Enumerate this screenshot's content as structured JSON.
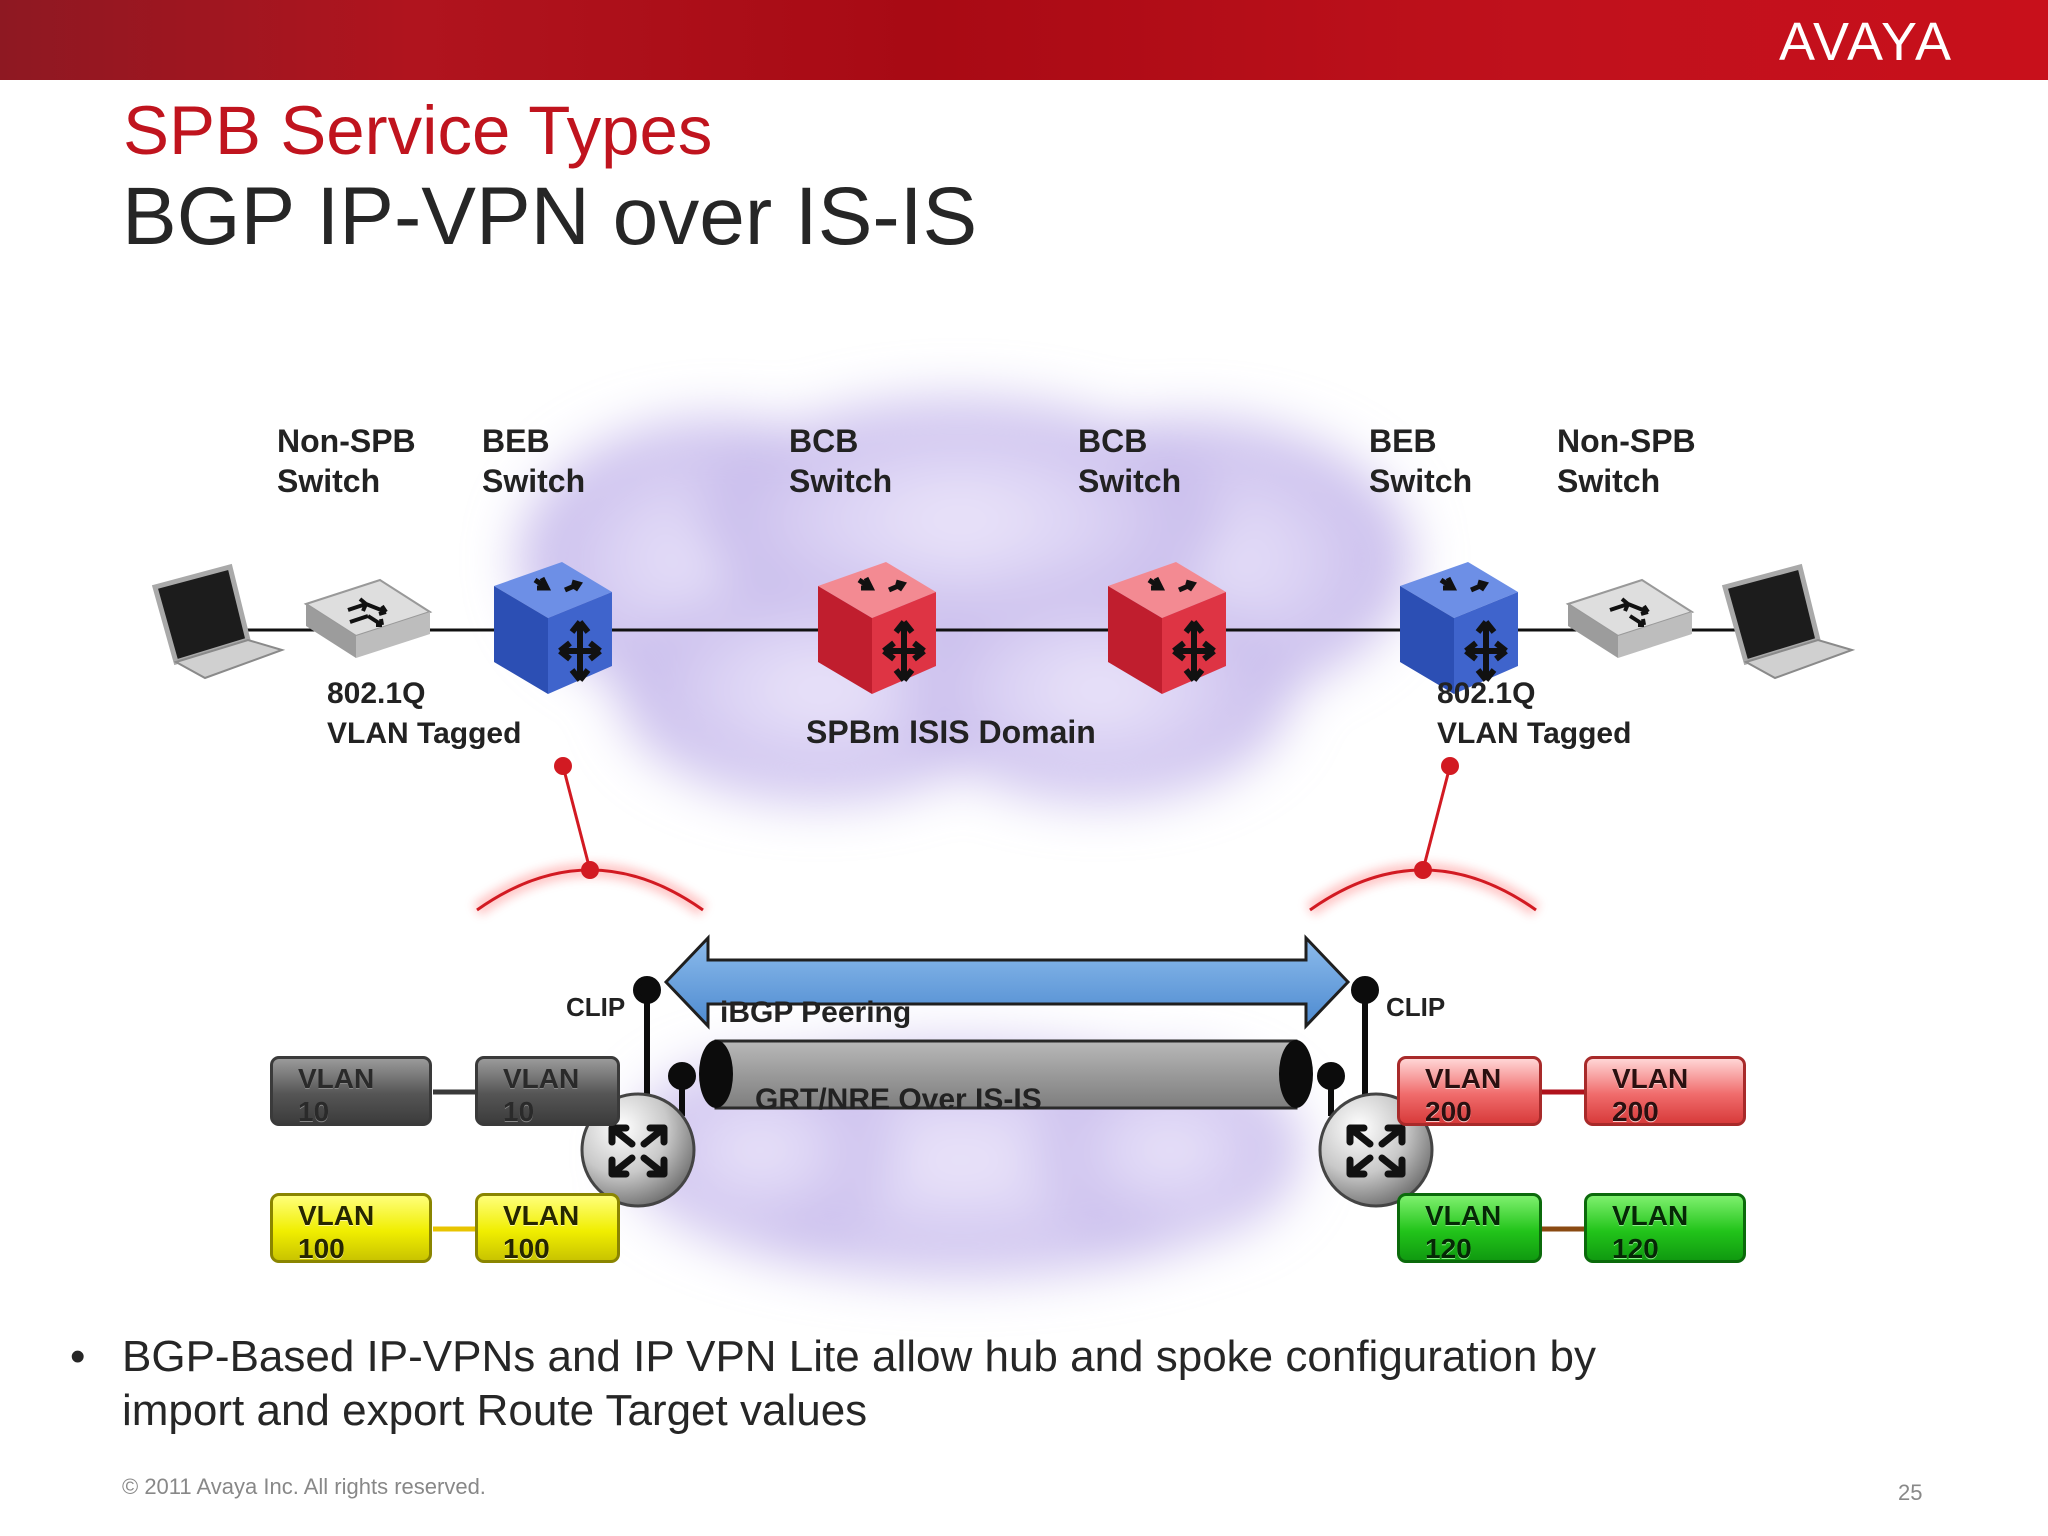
{
  "header": {
    "logo_text": "AVAYA"
  },
  "titles": {
    "line1": "SPB Service Types",
    "line2": "BGP IP-VPN over IS-IS"
  },
  "diagram": {
    "top_labels": [
      {
        "line1": "Non-SPB",
        "line2": "Switch"
      },
      {
        "line1": "BEB",
        "line2": "Switch"
      },
      {
        "line1": "BCB",
        "line2": "Switch"
      },
      {
        "line1": "BCB",
        "line2": "Switch"
      },
      {
        "line1": "BEB",
        "line2": "Switch"
      },
      {
        "line1": "Non-SPB",
        "line2": "Switch"
      }
    ],
    "tagged_left": {
      "line1": "802.1Q",
      "line2": "VLAN Tagged"
    },
    "tagged_right": {
      "line1": "802.1Q",
      "line2": "VLAN Tagged"
    },
    "domain_label": "SPBm ISIS Domain",
    "clip_left": "CLIP",
    "clip_right": "CLIP",
    "peering_label": "iBGP Peering",
    "tunnel_label": "GRT/NRE Over IS-IS",
    "vlans": [
      {
        "line1": "VLAN",
        "line2": "10"
      },
      {
        "line1": "VLAN",
        "line2": "10"
      },
      {
        "line1": "VLAN",
        "line2": "100"
      },
      {
        "line1": "VLAN",
        "line2": "100"
      },
      {
        "line1": "VLAN",
        "line2": "200"
      },
      {
        "line1": "VLAN",
        "line2": "200"
      },
      {
        "line1": "VLAN",
        "line2": "120"
      },
      {
        "line1": "VLAN",
        "line2": "120"
      }
    ],
    "colors": {
      "cloud": "#cfc4ee",
      "beb": "#3a5fc8",
      "bcb": "#e0303e",
      "arrow": "#5b9ad8",
      "accent": "#c0141e"
    }
  },
  "bullets": [
    "BGP-Based IP-VPNs and IP VPN Lite allow hub and spoke configuration by import and export Route Target values"
  ],
  "footer": {
    "copyright": "© 2011 Avaya Inc. All rights reserved.",
    "page_number": "25"
  }
}
